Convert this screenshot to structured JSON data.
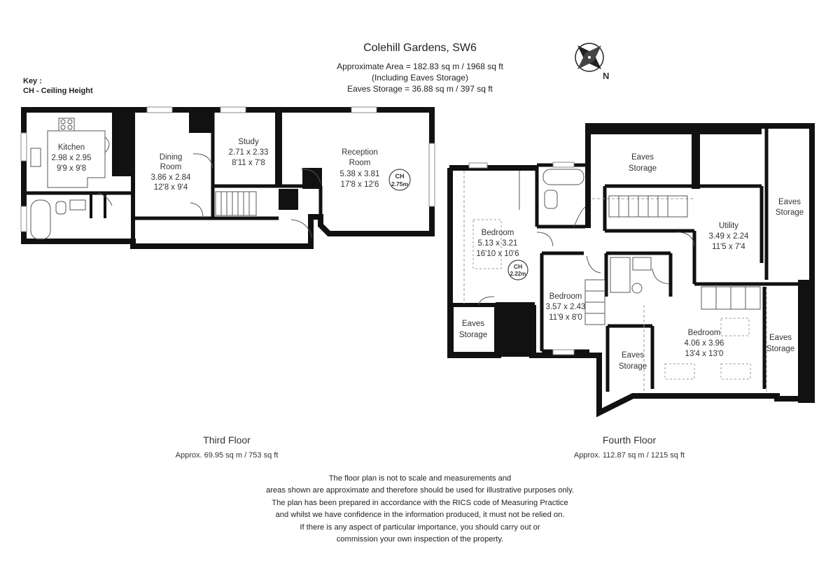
{
  "header": {
    "title": "Colehill Gardens, SW6",
    "area_line1": "Approximate Area =  182.83 sq m / 1968 sq ft",
    "area_line2": "(Including Eaves Storage)",
    "area_line3": "Eaves Storage =  36.88 sq m / 397 sq ft"
  },
  "key": {
    "title": "Key :",
    "ch": "CH - Ceiling Height"
  },
  "compass": {
    "label": "N",
    "icon": "compass-icon"
  },
  "third_floor": {
    "title": "Third Floor",
    "area": "Approx. 69.95 sq m / 753 sq ft",
    "rooms": {
      "kitchen": {
        "name": "Kitchen",
        "metric": "2.98 x 2.95",
        "imperial": "9'9 x 9'8"
      },
      "dining": {
        "name1": "Dining",
        "name2": "Room",
        "metric": "3.86 x 2.84",
        "imperial": "12'8 x 9'4"
      },
      "study": {
        "name": "Study",
        "metric": "2.71 x 2.33",
        "imperial": "8'11 x 7'8"
      },
      "reception": {
        "name1": "Reception",
        "name2": "Room",
        "metric": "5.38 x 3.81",
        "imperial": "17'8 x 12'6"
      }
    },
    "ch_badge": {
      "label": "CH",
      "value": "2.75m"
    }
  },
  "fourth_floor": {
    "title": "Fourth Floor",
    "area": "Approx. 112.87 sq m / 1215 sq ft",
    "rooms": {
      "bedroom1": {
        "name": "Bedroom",
        "metric": "5.13 x 3.21",
        "imperial": "16'10 x 10'6"
      },
      "bedroom2": {
        "name": "Bedroom",
        "metric": "3.57 x 2.43",
        "imperial": "11'9 x 8'0"
      },
      "bedroom3": {
        "name": "Bedroom",
        "metric": "4.06 x 3.96",
        "imperial": "13'4 x 13'0"
      },
      "utility": {
        "name": "Utility",
        "metric": "3.49 x 2.24",
        "imperial": "11'5 x 7'4"
      },
      "eaves_top": {
        "line1": "Eaves",
        "line2": "Storage"
      },
      "eaves_right_top": {
        "line1": "Eaves",
        "line2": "Storage"
      },
      "eaves_left": {
        "line1": "Eaves",
        "line2": "Storage"
      },
      "eaves_mid": {
        "line1": "Eaves",
        "line2": "Storage"
      },
      "eaves_right_bottom": {
        "line1": "Eaves",
        "line2": "Storage"
      }
    },
    "ch_badge": {
      "label": "CH",
      "value": "2.22m"
    }
  },
  "disclaimer": [
    "The floor plan is not to scale and measurements and",
    "areas shown are approximate and therefore should be used for illustrative purposes only.",
    "The plan has been prepared in accordance with the RICS code of Measuring Practice",
    "and whilst we have confidence in the information produced, it must not be relied on.",
    "If there is any aspect of particular importance, you should carry out or",
    "commission your own inspection of the property."
  ],
  "colors": {
    "wall": "#111111",
    "line": "#555555",
    "text": "#333333"
  }
}
